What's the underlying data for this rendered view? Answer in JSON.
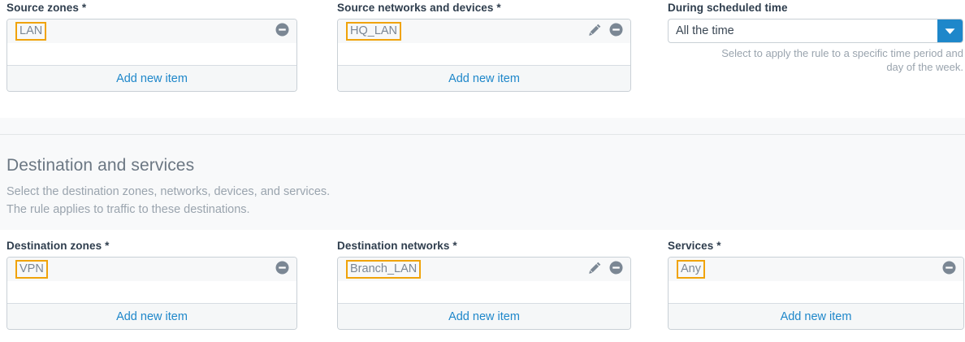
{
  "source_section": {
    "zones": {
      "label": "Source zones",
      "required_marker": "*",
      "items": [
        {
          "name": "LAN",
          "has_edit": false,
          "has_remove": true
        }
      ],
      "add_label": "Add new item"
    },
    "networks": {
      "label": "Source networks and devices",
      "required_marker": "*",
      "items": [
        {
          "name": "HQ_LAN",
          "has_edit": true,
          "has_remove": true
        }
      ],
      "add_label": "Add new item"
    },
    "scheduled_time": {
      "label": "During scheduled time",
      "required_marker": "",
      "value": "All the time",
      "options": [
        "All the time"
      ],
      "help_line_1": "Select to apply the rule to a specific time period and",
      "help_line_2": "day of the week."
    }
  },
  "destination_section": {
    "heading": "Destination and services",
    "description_line_1": "Select the destination zones, networks, devices, and services.",
    "description_line_2": "The rule applies to traffic to these destinations.",
    "zones": {
      "label": "Destination zones",
      "required_marker": "*",
      "items": [
        {
          "name": "VPN",
          "has_edit": false,
          "has_remove": true
        }
      ],
      "add_label": "Add new item"
    },
    "networks": {
      "label": "Destination networks",
      "required_marker": "*",
      "items": [
        {
          "name": "Branch_LAN",
          "has_edit": true,
          "has_remove": true
        }
      ],
      "add_label": "Add new item"
    },
    "services": {
      "label": "Services",
      "required_marker": "*",
      "items": [
        {
          "name": "Any",
          "has_edit": false,
          "has_remove": true
        }
      ],
      "add_label": "Add new item"
    }
  },
  "colors": {
    "accent_blue": "#1e87ca",
    "highlight_orange": "#f0a30a",
    "label_text": "#2e3d4d",
    "muted_text": "#9aa4ae",
    "tag_text": "#7b8794",
    "card_border": "#c9d0d6",
    "band_background": "#f8f9fa",
    "item_row_background": "#f7f8f9"
  },
  "icons": {
    "remove": "minus-circle-icon",
    "edit": "pencil-icon",
    "dropdown": "chevron-down-icon"
  }
}
